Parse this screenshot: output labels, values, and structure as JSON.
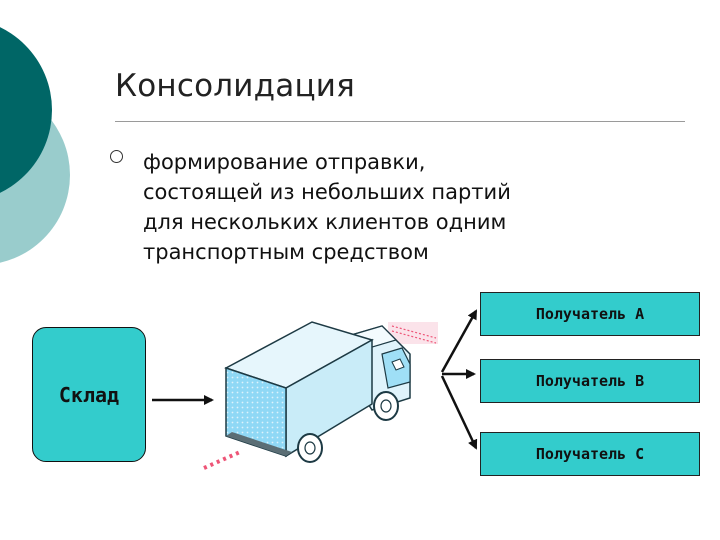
{
  "slide": {
    "title": "Консолидация",
    "bullet_lines": [
      "формирование отправки,",
      "состоящей из небольших партий",
      "для нескольких клиентов одним",
      "транспортным средством"
    ]
  },
  "diagram": {
    "source_label": "Склад",
    "recipients": [
      "Получатель А",
      "Получатель В",
      "Получатель С"
    ]
  },
  "colors": {
    "accent_dark": "#006666",
    "accent_light": "#99cccc",
    "box_fill": "#33cccc",
    "truck_side": "#8fd8f5",
    "truck_top": "#e6f6fc"
  },
  "icons": [
    "truck-icon",
    "bullet-circle-icon",
    "arrow-icon"
  ]
}
